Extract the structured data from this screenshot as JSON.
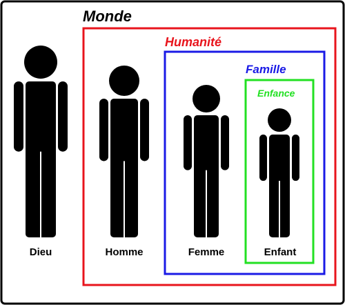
{
  "colors": {
    "frame": "#000000",
    "monde": "#e8141c",
    "humanite": "#e8141c",
    "famille": "#1a1ae6",
    "enfance": "#22e022",
    "figure": "#000000"
  },
  "boxes": {
    "monde": "Monde",
    "humanite": "Humanité",
    "famille": "Famille",
    "enfance": "Enfance"
  },
  "people": {
    "dieu": "Dieu",
    "homme": "Homme",
    "femme": "Femme",
    "enfant": "Enfant"
  }
}
